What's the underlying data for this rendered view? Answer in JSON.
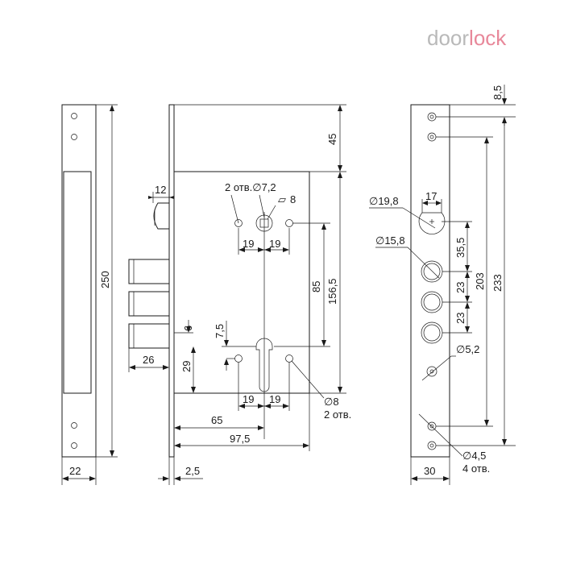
{
  "logo": {
    "part1": "door",
    "part2": "lock",
    "color1": "#b9b9b9",
    "color2": "#e8889a"
  },
  "left_view": {
    "height": "250",
    "width": "22"
  },
  "center_view": {
    "top_offset": "45",
    "latch_width": "12",
    "holes_top": "2 отв.∅7,2",
    "square": "8",
    "spacing_top_left": "19",
    "spacing_top_right": "19",
    "backset_mid": "85",
    "height_total": "156,5",
    "offset_6": "6",
    "offset_7_5": "7,5",
    "offset_29": "29",
    "bolt_throw": "26",
    "spacing_bottom_left": "19",
    "spacing_bottom_right": "19",
    "holes_bottom_dia": "∅8",
    "holes_bottom_count": "2 отв.",
    "backset": "65",
    "case_depth": "97,5",
    "faceplate_thickness": "2,5"
  },
  "right_view": {
    "top_offset": "8,5",
    "latch_dia": "∅19,8",
    "latch_width": "17",
    "bolt_dia": "∅15,8",
    "latch_to_bolt": "35,5",
    "bolt_spacing_1": "23",
    "bolt_spacing_2": "23",
    "screw_spacing": "203",
    "total_spacing": "233",
    "hole_dia": "∅5,2",
    "screw_dia": "∅4,5",
    "screw_count": "4 отв.",
    "width": "30"
  }
}
